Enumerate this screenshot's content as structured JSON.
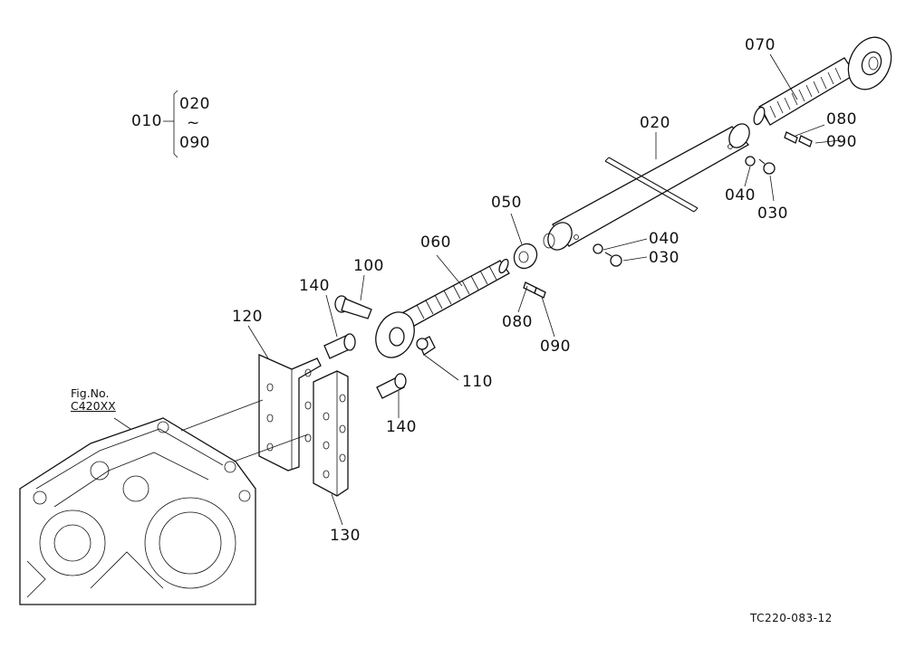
{
  "group_legend": {
    "assembly": "010",
    "range_start": "020",
    "range_symbol": "~",
    "range_end": "090"
  },
  "callouts": [
    {
      "id": "070",
      "text": "070"
    },
    {
      "id": "020",
      "text": "020"
    },
    {
      "id": "080-a",
      "text": "080"
    },
    {
      "id": "090-a",
      "text": "090"
    },
    {
      "id": "040-a",
      "text": "040"
    },
    {
      "id": "030-a",
      "text": "030"
    },
    {
      "id": "050",
      "text": "050"
    },
    {
      "id": "040-b",
      "text": "040"
    },
    {
      "id": "030-b",
      "text": "030"
    },
    {
      "id": "060",
      "text": "060"
    },
    {
      "id": "100",
      "text": "100"
    },
    {
      "id": "140-a",
      "text": "140"
    },
    {
      "id": "120",
      "text": "120"
    },
    {
      "id": "080-b",
      "text": "080"
    },
    {
      "id": "090-b",
      "text": "090"
    },
    {
      "id": "110",
      "text": "110"
    },
    {
      "id": "140-b",
      "text": "140"
    },
    {
      "id": "130",
      "text": "130"
    }
  ],
  "figure_ref": {
    "label": "Fig.No.",
    "code": "C420XX"
  },
  "drawing_number": "TC220-083-12"
}
